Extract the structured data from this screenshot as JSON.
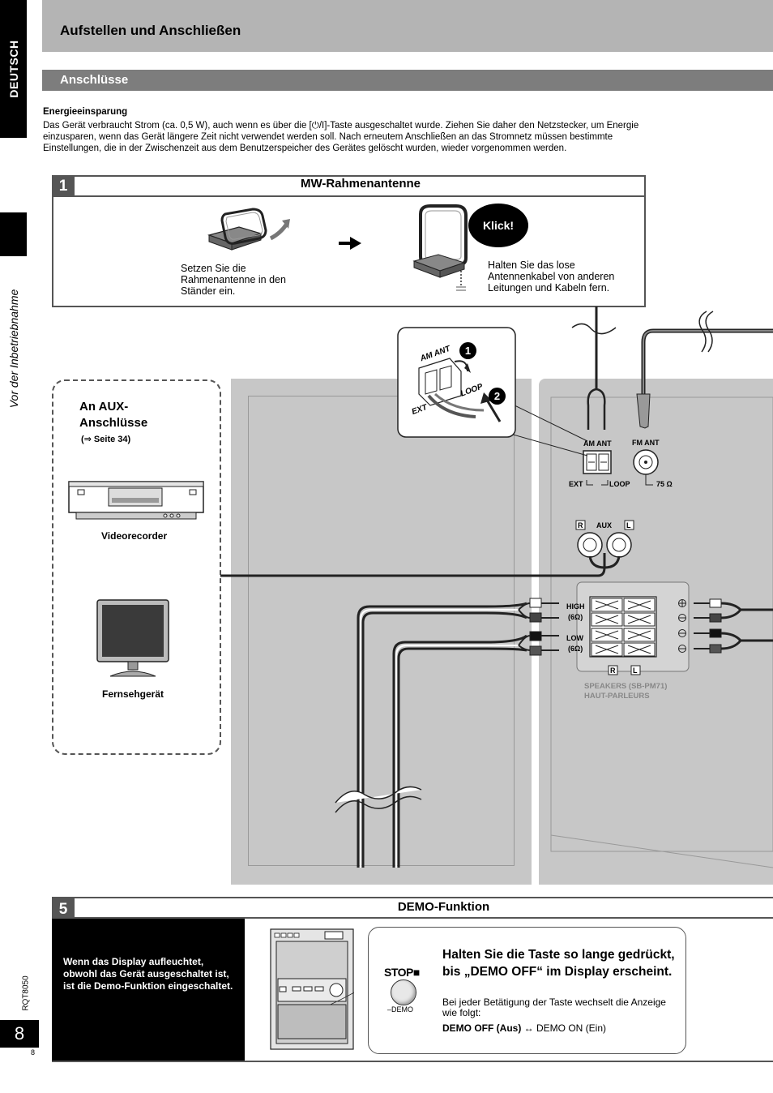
{
  "side": {
    "language": "DEUTSCH",
    "section": "Vor der Inbetriebnahme",
    "doc_code": "RQT8050",
    "page_number": "8",
    "page_number_small": "8"
  },
  "header": {
    "title": "Aufstellen und Anschließen",
    "subtitle": "Anschlüsse"
  },
  "energy": {
    "title": "Energieeinsparung",
    "text": "Das Gerät verbraucht Strom (ca. 0,5 W), auch wenn es über die [⏻/I]-Taste ausgeschaltet wurde. Ziehen Sie daher den Netzstecker, um Energie einzusparen, wenn das Gerät längere Zeit nicht verwendet werden soll. Nach erneutem Anschließen an das Stromnetz müssen bestimmte Einstellungen, die in der Zwischenzeit aus dem Benutzerspeicher des Gerätes gelöscht wurden, wieder vorgenommen werden."
  },
  "section1": {
    "number": "1",
    "title": "MW-Rahmenantenne",
    "step_left": "Setzen Sie die Rahmenantenne in den Ständer ein.",
    "step_right": "Halten Sie das lose Antennenkabel von anderen Leitungen und Kabeln fern.",
    "klick": "Klick!"
  },
  "antenna_inset": {
    "am_ant": "AM ANT",
    "loop": "LOOP",
    "ext": "EXT",
    "step1": "1",
    "step2": "2"
  },
  "aux": {
    "title": "An AUX-Anschlüsse",
    "ref": "(⇒ Seite 34)",
    "device1": "Videorecorder",
    "device2": "Fernsehgerät"
  },
  "rear_panel": {
    "am_ant": "AM ANT",
    "fm_ant": "FM ANT",
    "ext": "EXT",
    "loop": "LOOP",
    "ohm75": "75 Ω",
    "aux_label": "AUX",
    "r": "R",
    "l": "L",
    "high": "HIGH",
    "high_ohm": "(6Ω)",
    "low": "LOW",
    "low_ohm": "(6Ω)",
    "speakers_line1": "SPEAKERS (SB-PM71)",
    "speakers_line2": "HAUT-PARLEURS"
  },
  "section5": {
    "number": "5",
    "title": "DEMO-Funktion",
    "black_text": "Wenn das Display aufleuchtet, obwohl das Gerät ausgeschaltet ist, ist die Demo-Funktion eingeschaltet.",
    "stop_label": "STOP■",
    "demo_label": "–DEMO",
    "heading": "Halten Sie die Taste so lange gedrückt, bis „DEMO OFF“ im Display erscheint.",
    "sub": "Bei jeder Betätigung der Taste wechselt die Anzeige wie folgt:",
    "demo_off": "DEMO OFF (Aus)",
    "arrow": "↔",
    "demo_on": "DEMO ON (Ein)"
  }
}
